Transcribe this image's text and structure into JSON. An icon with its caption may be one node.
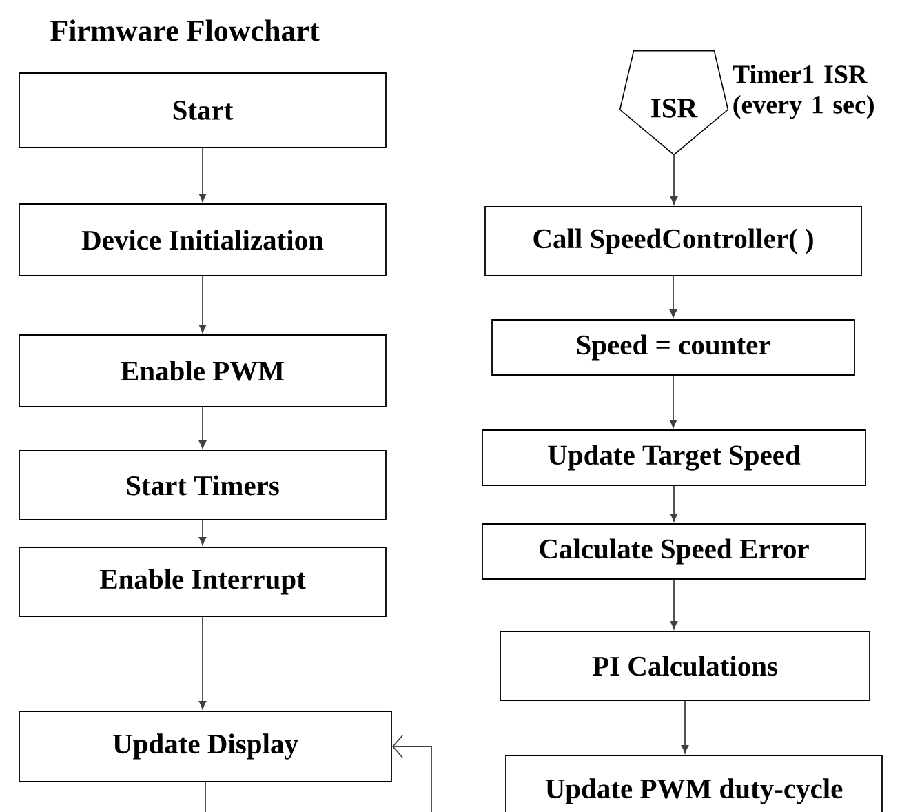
{
  "diagram": {
    "title": "Firmware Flowchart",
    "nodes": [
      {
        "text": [
          "Start"
        ]
      },
      {
        "text": [
          "Device Initialization"
        ]
      },
      {
        "text": [
          "Enable PWM"
        ]
      },
      {
        "text": [
          "Start Timers"
        ]
      },
      {
        "text": [
          "Enable Interrupt"
        ]
      },
      {
        "text": [
          "Update Display"
        ]
      },
      {
        "text": [
          "ISR"
        ],
        "beside": [
          "Timer1 ISR (every 1 sec)"
        ]
      },
      {
        "text": [
          "Call SpeedController( )"
        ]
      },
      {
        "text": [
          "Speed = counter"
        ]
      },
      {
        "text": [
          "Update Target Speed"
        ]
      },
      {
        "text": [
          "Calculate Speed Error"
        ]
      },
      {
        "text": [
          "PI Calculations"
        ]
      },
      {
        "text": [
          "Update PWM duty-cycle"
        ]
      }
    ],
    "edges": [
      {
        "from": 0,
        "to": 1,
        "arrow": "to"
      },
      {
        "from": 1,
        "to": 2,
        "arrow": "to"
      },
      {
        "from": 2,
        "to": 3,
        "arrow": "to"
      },
      {
        "from": 3,
        "to": 4,
        "arrow": "to"
      },
      {
        "from": 4,
        "to": 5,
        "arrow": "to"
      },
      {
        "from": 5,
        "to": null,
        "arrow": "none"
      },
      {
        "from": null,
        "to": 5,
        "arrow": "to"
      },
      {
        "from": 6,
        "to": 7,
        "arrow": "to"
      },
      {
        "from": 7,
        "to": 8,
        "arrow": "to"
      },
      {
        "from": 8,
        "to": 9,
        "arrow": "to"
      },
      {
        "from": 9,
        "to": 10,
        "arrow": "to"
      },
      {
        "from": 10,
        "to": 11,
        "arrow": "to"
      },
      {
        "from": 11,
        "to": 12,
        "arrow": "to"
      }
    ]
  }
}
